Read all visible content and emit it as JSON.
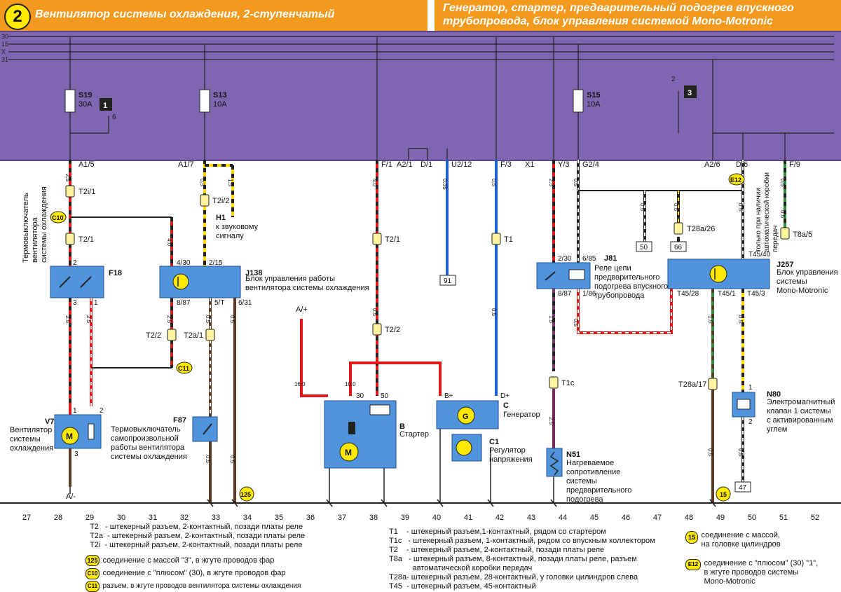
{
  "header": {
    "badge": "2",
    "left_title": "Вентилятор системы охлаждения, 2-ступенчатый",
    "right_title_line1": "Генератор, стартер, предварительный подогрев впускного",
    "right_title_line2": "трубопровода, блок управления системой Mono-Motronic"
  },
  "bus_labels": [
    "30",
    "15",
    "X",
    "31"
  ],
  "fuses": {
    "s19": {
      "name": "S19",
      "rating": "30A",
      "tag": "1",
      "extra": "6"
    },
    "s13": {
      "name": "S13",
      "rating": "10A"
    },
    "s15": {
      "name": "S15",
      "rating": "10A",
      "tag": "3",
      "extra": "2"
    }
  },
  "panel_pins": {
    "a15": "A1/5",
    "a17": "A1/7",
    "f1": "F/1",
    "a21": "A2/1",
    "d1": "D/1",
    "u212": "U2/12",
    "f3": "F/3",
    "x1": "X1",
    "y3": "Y/3",
    "g24": "G2/4",
    "a26": "A2/6",
    "d6": "D/6",
    "f9": "F/9"
  },
  "connectors": {
    "t2i1": "T2i/1",
    "t21": "T2/1",
    "t2i2": "T2i/2",
    "t22": "T2/2",
    "t2a1": "T2a/1",
    "t21b": "T2/1",
    "t1": "T1",
    "t22b": "T2/2",
    "t1c": "T1c",
    "t28a26": "T28a/26",
    "t8a5": "T8a/5",
    "t28a17": "T28a/17"
  },
  "wire_sizes": {
    "w1": "2.5",
    "w2": "0.5",
    "w3": "1.5",
    "w4": "4.0",
    "w5": "0.35",
    "w6": "0.5",
    "w7": "2.5",
    "w8": "0.5",
    "w9": "0.5",
    "w10": "0.5",
    "w11": "0.5",
    "w12": "0.5",
    "w13": "16.0",
    "w14": "10.0",
    "w15": "2.5",
    "w16": "2.5",
    "w17": "2.5",
    "w18": "0.5",
    "w19": "0.5",
    "w20": "0.5",
    "w21": "0.5",
    "w22": "1.5",
    "w23": "2.5",
    "w24": "0.5",
    "w25": "1.5",
    "w26": "0.5",
    "w27": "0.5",
    "w28": "0.5",
    "w29": "0.5",
    "w30": "4.0",
    "w31": "0.5",
    "w32": "0.5"
  },
  "terminals": {
    "f18_2": "2",
    "f18_3": "3",
    "f18_1": "1",
    "j138_430": "4/30",
    "j138_215": "2/15",
    "j138_887": "8/87",
    "j138_5t": "5/T",
    "j138_631": "6/31",
    "v7_1": "1",
    "v7_2": "2",
    "v7_3": "3",
    "st_30": "30",
    "st_50": "50",
    "ap": "A/+",
    "gen_bp": "B+",
    "gen_dp": "D+",
    "j81_230": "2/30",
    "j81_685": "6/85",
    "j81_887": "8/87",
    "j81_186": "1/86",
    "t4540": "T45/40",
    "t4528": "T45/28",
    "t451": "T45/1",
    "t453": "T45/3",
    "n80_1": "1",
    "n80_2": "2",
    "am": "A/-"
  },
  "components": {
    "h1_id": "H1",
    "h1_desc": "к звуковому\nсигналу",
    "f18_id": "F18",
    "f18_side": "Термовыключатель\nвентилятора\nсистемы охлаждения",
    "j138_id": "J138",
    "j138_desc": "Блок управления работы\nвентилятора системы охлаждения",
    "v7_id": "V7",
    "v7_desc": "Вентилятор\nсистемы\nохлаждения",
    "f87_id": "F87",
    "f87_desc": "Термовыключатель\nсамопроизвольной\nработы вентилятора\nсистемы охлаждения",
    "b_id": "B",
    "b_desc": "Стартер",
    "c_id": "C",
    "c_desc": "Генератор",
    "c1_id": "C1",
    "c1_desc": "Регулятор\nнапряжения",
    "j81_id": "J81",
    "j81_desc": "Реле цепи\nпредварительного\nподогрева впускного\nтрубопровода",
    "j257_id": "J257",
    "j257_desc": "Блок управления\nсистемы\nMono-Motronic",
    "n51_id": "N51",
    "n51_desc": "Нагреваемое\nсопротивление\nсистемы\nпредварительного\nподогрева",
    "n80_id": "N80",
    "n80_desc": "Электромагнитный\nклапан 1 системы\nс активированным\nуглем",
    "auto_note": "только при наличии\nавтоматической коробки\nпередач"
  },
  "refs": {
    "r91": "91",
    "r50": "50",
    "r66": "66",
    "r47": "47"
  },
  "markers": {
    "c10": "C10",
    "c11": "C11",
    "e12": "E12",
    "m125": "125",
    "m15": "15"
  },
  "grid_numbers": [
    "27",
    "28",
    "29",
    "30",
    "31",
    "32",
    "33",
    "34",
    "35",
    "36",
    "37",
    "38",
    "39",
    "40",
    "41",
    "42",
    "43",
    "44",
    "45",
    "46",
    "47",
    "48",
    "49",
    "50",
    "51",
    "52"
  ],
  "legend": {
    "col1": "T2   - штекерный разъем, 2-контактный, позади платы реле\nT2a  - штекерный разъем, 2-контактный, позади платы реле\nT2i  - штекерный разъем, 2-контактный, позади платы реле",
    "m125": "соединение с массой \"3\", в жгуте проводов фар",
    "c10": "соединение с \"плюсом\" (30), в жгуте проводов фар",
    "c11": "разъем, в жгуте проводов вентилятора системы охлаждения",
    "col2": "T1    - штекерный разъем,1-контактный, рядом со стартером\nT1c   - штекерный разъем, 1-контактный, рядом со впускным коллектором\nT2    - штекерный разъем, 2-контактный, позади платы реле\nT8a   - штекерный разъем, 8-контактный, позади платы реле, разъем\n           автоматической коробки передач\nT28a- штекерный разъем, 28-контактный, у головки цилиндров слева\nT45  - штекерный разъем, 45-контактный",
    "m15": "соединение с массой,\nна головке цилиндров",
    "e12": "соединение с \"плюсом\" (30) \"1\",\nв жгуте проводов системы\nMono-Motronic"
  }
}
